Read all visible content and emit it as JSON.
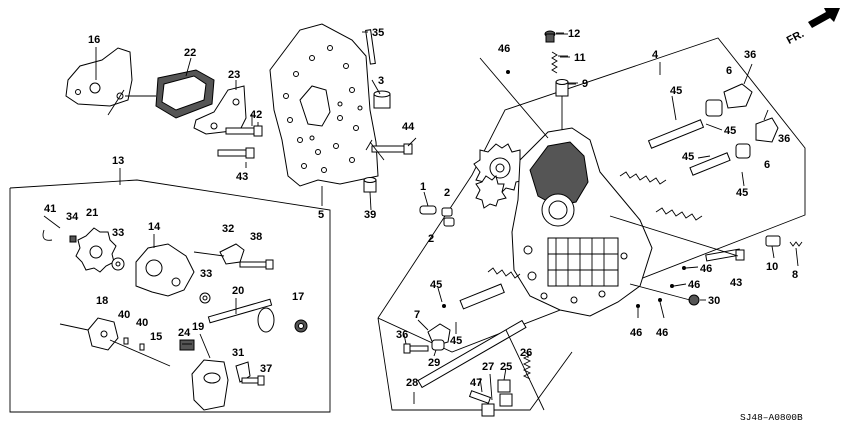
{
  "diagram": {
    "doc_code": "SJ48–A0800B",
    "direction_label": "FR.",
    "callouts": {
      "c1": "1",
      "c2a": "2",
      "c2b": "2",
      "c3": "3",
      "c4": "4",
      "c5": "5",
      "c6a": "6",
      "c6b": "6",
      "c7": "7",
      "c8": "8",
      "c9": "9",
      "c10": "10",
      "c11": "11",
      "c12": "12",
      "c13": "13",
      "c14": "14",
      "c15": "15",
      "c16": "16",
      "c17": "17",
      "c18": "18",
      "c19": "19",
      "c20": "20",
      "c21": "21",
      "c22": "22",
      "c23": "23",
      "c24": "24",
      "c25": "25",
      "c26": "26",
      "c27": "27",
      "c28": "28",
      "c29": "29",
      "c30": "30",
      "c31": "31",
      "c32": "32",
      "c33a": "33",
      "c33b": "33",
      "c34": "34",
      "c35": "35",
      "c36a": "36",
      "c36b": "36",
      "c36c": "36",
      "c37": "37",
      "c38": "38",
      "c39": "39",
      "c40a": "40",
      "c40b": "40",
      "c41": "41",
      "c42": "42",
      "c43a": "43",
      "c43b": "43",
      "c44": "44",
      "c45a": "45",
      "c45b": "45",
      "c45c": "45",
      "c45d": "45",
      "c45e": "45",
      "c45f": "45",
      "c46a": "46",
      "c46b": "46",
      "c46c": "46",
      "c46d": "46",
      "c46e": "46",
      "c47": "47"
    }
  }
}
